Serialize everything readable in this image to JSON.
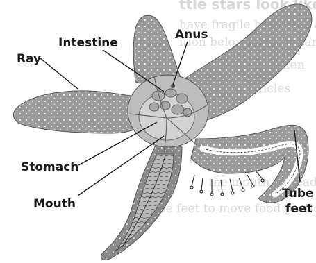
{
  "background_text": {
    "heading": "ttle stars look like?",
    "lines": [
      "have fragile branched arms that b",
      "ition below. Brittle stars survive",
      "the broken",
      "food particles",
      "in the",
      "the mouth instead of",
      "tube feet to move food partic"
    ]
  },
  "labels": {
    "ray": "Ray",
    "intestine": "Intestine",
    "anus": "Anus",
    "stomach": "Stomach",
    "mouth": "Mouth",
    "tube_feet_line1": "Tube",
    "tube_feet_line2": "feet"
  },
  "colors": {
    "body": "#9a9a9a",
    "body_dark": "#6f6f6f",
    "dots": "#f2f2f2",
    "organ": "#c8c8c8",
    "organ_dark": "#8c8c8c",
    "gland": "#b3b3b3",
    "line": "#1a1a1a"
  }
}
